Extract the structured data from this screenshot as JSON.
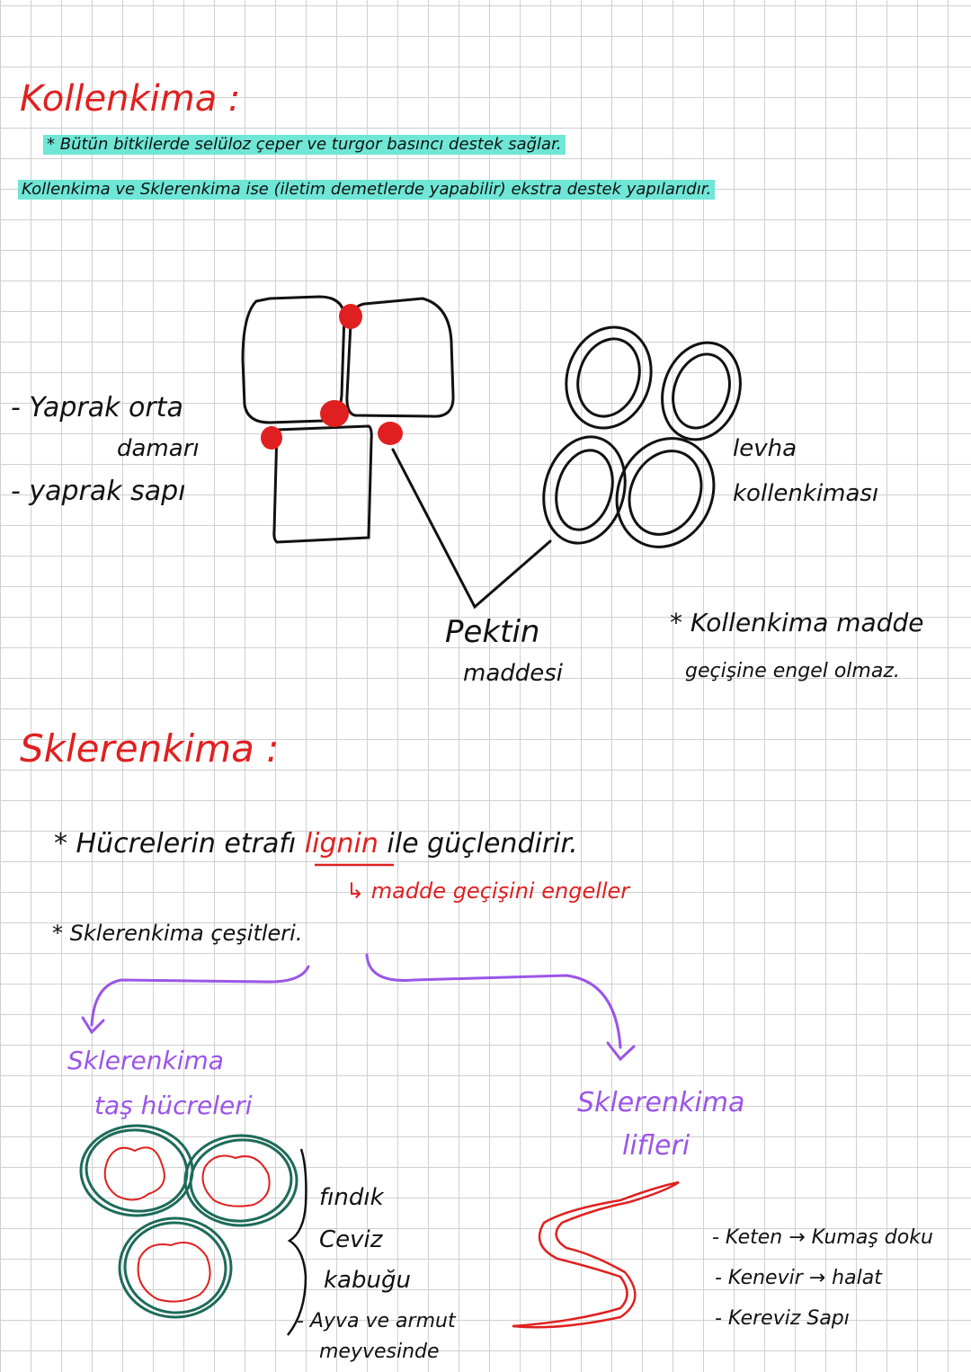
{
  "colors": {
    "ink": "#111111",
    "red": "#e02020",
    "purple": "#9b55e8",
    "teal": "#1d6b5a",
    "highlight": "#6fe6d6",
    "grid": "#d0d0d0"
  },
  "section1": {
    "title": "Kollenkima :",
    "note1": "* Bütün bitkilerde selüloz çeper ve turgor basıncı destek sağlar.",
    "note2": "Kollenkima ve Sklerenkima ise (iletim demetlerde yapabilir) ekstra destek yapılarıdır.",
    "locations": [
      "- Yaprak orta",
      "damarı",
      "- yaprak sapı"
    ],
    "plate_label_1": "levha",
    "plate_label_2": "kollenkiması",
    "pectin_1": "Pektin",
    "pectin_2": "maddesi",
    "remark_1": "* Kollenkima madde",
    "remark_2": "geçişine engel olmaz."
  },
  "section2": {
    "title": "Sklerenkima :",
    "note1_pre": "* Hücrelerin etrafı",
    "note1_word": "lignin",
    "note1_post": "ile güçlendirir.",
    "arrow_note": "↳ madde geçişini engeller",
    "note2": "* Sklerenkima çeşitleri.",
    "stone_cells_1": "Sklerenkima",
    "stone_cells_2": "taş hücreleri",
    "fibers_1": "Sklerenkima",
    "fibers_2": "lifleri",
    "stone_examples": [
      "fındık",
      "Ceviz",
      "kabuğu",
      "- Ayva ve armut",
      "meyvesinde"
    ],
    "fiber_examples": [
      "- Keten → Kumaş doku",
      "- Kenevir → halat",
      "- Kereviz Sapı"
    ]
  }
}
